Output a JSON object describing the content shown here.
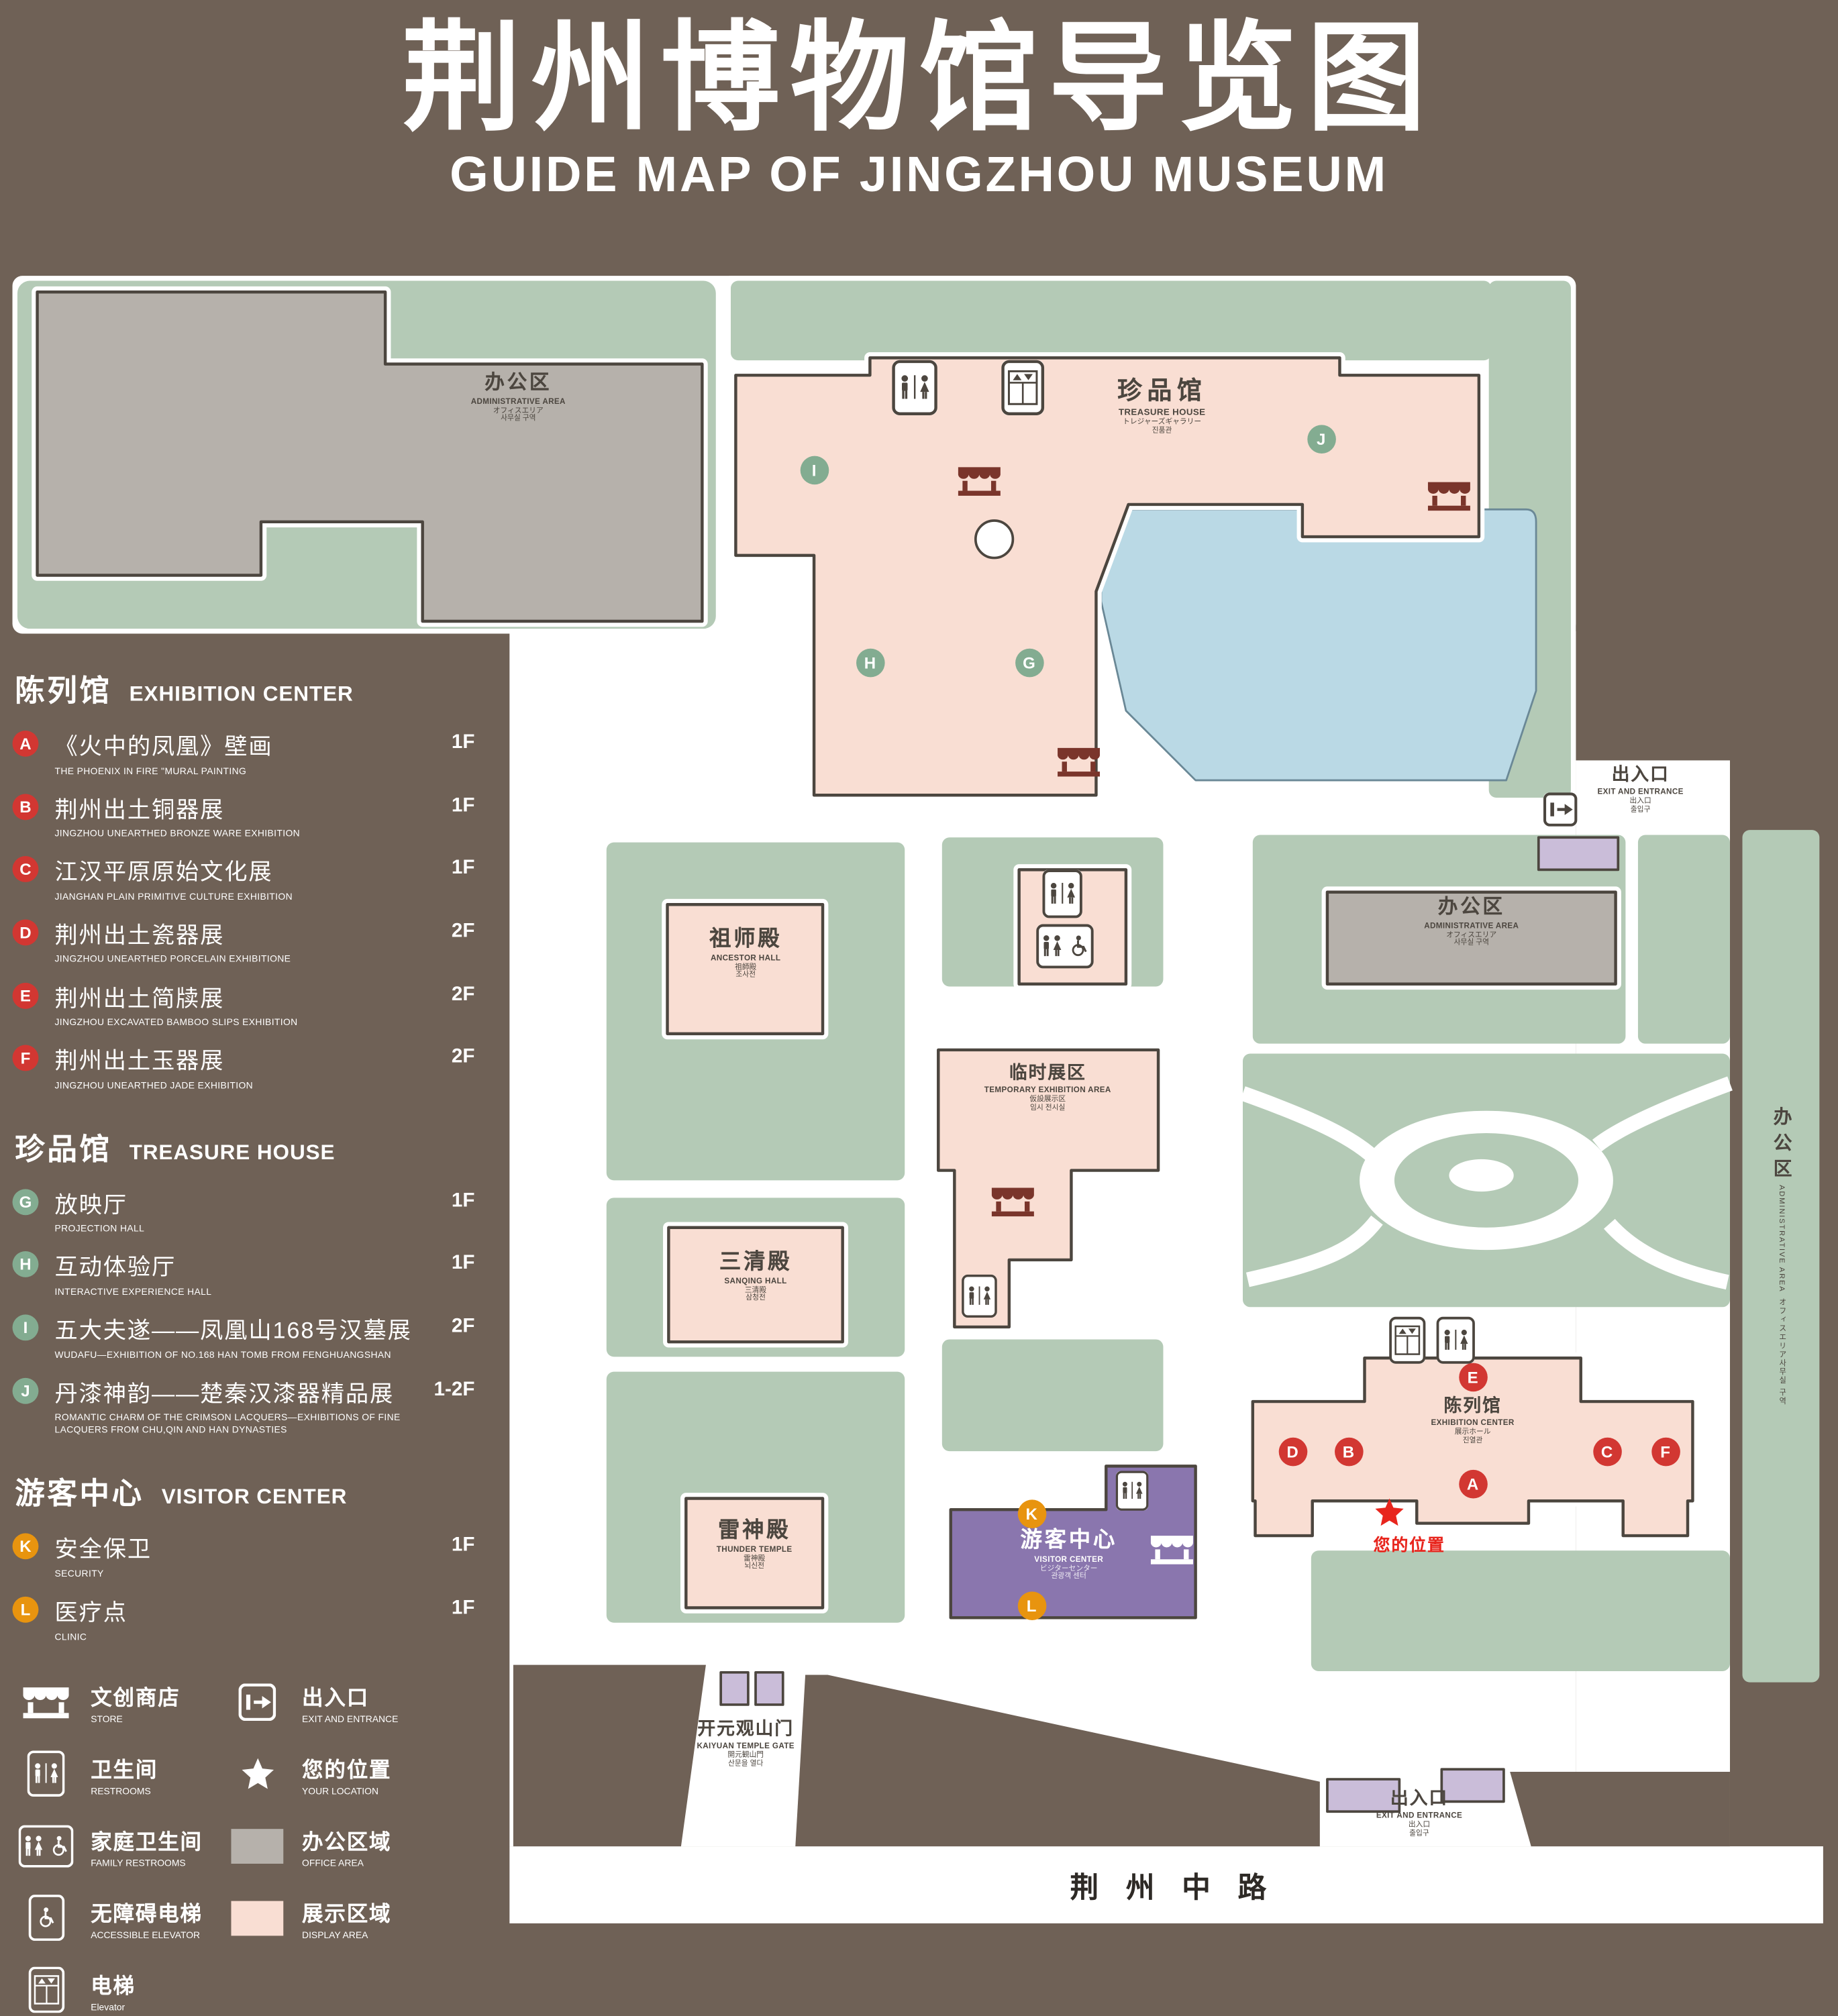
{
  "title": {
    "zh": "荆州博物馆导览图",
    "en": "GUIDE MAP OF JINGZHOU MUSEUM"
  },
  "colors": {
    "background": "#6f6156",
    "lawn": "#b4cab6",
    "display_area": "#f9ded3",
    "office_area": "#b6b1ab",
    "lake": "#bad9e5",
    "visitor_center": "#8a76ae",
    "entrance": "#cabdd9",
    "marker_red": "#d23732",
    "marker_green": "#83ac91",
    "marker_orange": "#e8940f",
    "store_icon": "#7a352b",
    "location_red": "#e8251d"
  },
  "sidebar": {
    "sections": [
      {
        "zh": "陈列馆",
        "en": "EXHIBITION CENTER",
        "items": [
          {
            "letter": "A",
            "zh": "《火中的凤凰》壁画",
            "en": "THE PHOENIX IN FIRE \"MURAL PAINTING",
            "floor": "1F"
          },
          {
            "letter": "B",
            "zh": "荆州出土铜器展",
            "en": "JINGZHOU UNEARTHED BRONZE WARE EXHIBITION",
            "floor": "1F"
          },
          {
            "letter": "C",
            "zh": "江汉平原原始文化展",
            "en": "JIANGHAN PLAIN PRIMITIVE CULTURE EXHIBITION",
            "floor": "1F"
          },
          {
            "letter": "D",
            "zh": "荆州出土瓷器展",
            "en": "JINGZHOU UNEARTHED PORCELAIN EXHIBITIONE",
            "floor": "2F"
          },
          {
            "letter": "E",
            "zh": "荆州出土简牍展",
            "en": "JINGZHOU EXCAVATED BAMBOO SLIPS EXHIBITION",
            "floor": "2F"
          },
          {
            "letter": "F",
            "zh": "荆州出土玉器展",
            "en": "JINGZHOU UNEARTHED JADE EXHIBITION",
            "floor": "2F"
          }
        ]
      },
      {
        "zh": "珍品馆",
        "en": "TREASURE HOUSE",
        "items": [
          {
            "letter": "G",
            "zh": "放映厅",
            "en": "PROJECTION HALL",
            "floor": "1F"
          },
          {
            "letter": "H",
            "zh": "互动体验厅",
            "en": "INTERACTIVE EXPERIENCE HALL",
            "floor": "1F"
          },
          {
            "letter": "I",
            "zh": "五大夫遂——凤凰山168号汉墓展",
            "en": "WUDAFU—EXHIBITION OF NO.168 HAN TOMB FROM FENGHUANGSHAN",
            "floor": "2F"
          },
          {
            "letter": "J",
            "zh": "丹漆神韵——楚秦汉漆器精品展",
            "en": "ROMANTIC CHARM OF THE CRIMSON LACQUERS—EXHIBITIONS OF FINE LACQUERS FROM CHU,QIN AND HAN DYNASTIES",
            "floor": "1-2F"
          }
        ]
      },
      {
        "zh": "游客中心",
        "en": "VISITOR CENTER",
        "items": [
          {
            "letter": "K",
            "zh": "安全保卫",
            "en": "SECURITY",
            "floor": "1F"
          },
          {
            "letter": "L",
            "zh": "医疗点",
            "en": "CLINIC",
            "floor": "1F"
          }
        ]
      }
    ],
    "legend": [
      {
        "zh": "文创商店",
        "en": "STORE"
      },
      {
        "zh": "出入口",
        "en": "EXIT AND ENTRANCE"
      },
      {
        "zh": "卫生间",
        "en": "RESTROOMS"
      },
      {
        "zh": "您的位置",
        "en": "YOUR LOCATION"
      },
      {
        "zh": "家庭卫生间",
        "en": "FAMILY RESTROOMS"
      },
      {
        "zh": "办公区域",
        "en": "OFFICE AREA"
      },
      {
        "zh": "无障碍电梯",
        "en": "ACCESSIBLE ELEVATOR"
      },
      {
        "zh": "展示区域",
        "en": "DISPLAY AREA"
      },
      {
        "zh": "电梯",
        "en": "Elevator"
      }
    ]
  },
  "map": {
    "admin": {
      "zh": "办公区",
      "en": "ADMINISTRATIVE AREA",
      "ja": "オフィスエリア",
      "ko": "사무실 구역"
    },
    "treasure": {
      "zh": "珍品馆",
      "en": "TREASURE HOUSE",
      "ja": "トレジャーズギャラリー",
      "ko": "진품관"
    },
    "ancestor": {
      "zh": "祖师殿",
      "en": "ANCESTOR HALL",
      "ja": "祖師殿",
      "ko": "조사전"
    },
    "temporary": {
      "zh": "临时展区",
      "en": "TEMPORARY EXHIBITION AREA",
      "ja": "仮設展示区",
      "ko": "임시 전시실"
    },
    "sanqing": {
      "zh": "三清殿",
      "en": "SANQING HALL",
      "ja": "三清殿",
      "ko": "삼청전"
    },
    "thunder": {
      "zh": "雷神殿",
      "en": "THUNDER TEMPLE",
      "ja": "雷神殿",
      "ko": "뇌신전"
    },
    "visitor": {
      "zh": "游客中心",
      "en": "VISITOR CENTER",
      "ja": "ビジターセンター",
      "ko": "관광객 센터"
    },
    "exhibition": {
      "zh": "陈列馆",
      "en": "EXHIBITION CENTER",
      "ja": "展示ホール",
      "ko": "진열관"
    },
    "gate": {
      "zh": "开元观山门",
      "en": "KAIYUAN TEMPLE GATE",
      "ja": "開元観山門",
      "ko": "산문을 열다"
    },
    "exit": {
      "zh": "出入口",
      "en": "EXIT AND ENTRANCE",
      "ja": "出入口",
      "ko": "출입구"
    },
    "your_location": "您的位置",
    "road": "荆州中路"
  }
}
